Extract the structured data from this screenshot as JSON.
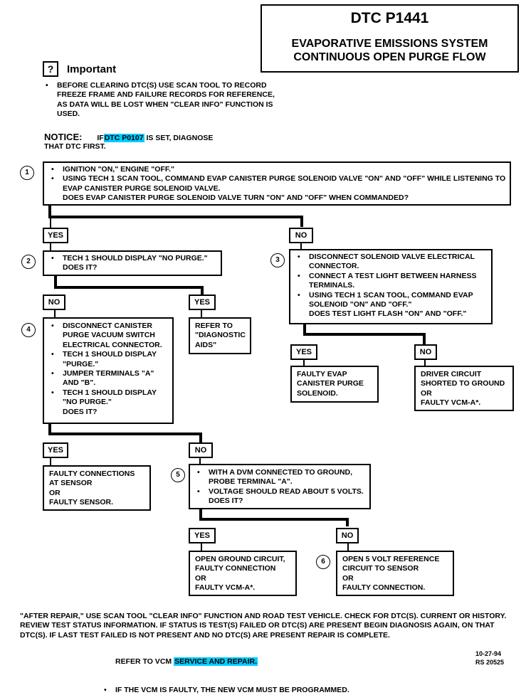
{
  "header": {
    "dtc": "DTC P1441",
    "title_line1": "EVAPORATIVE EMISSIONS SYSTEM",
    "title_line2": "CONTINUOUS OPEN PURGE FLOW"
  },
  "important": {
    "label": "Important",
    "icon_glyph": "?",
    "icon": "important-icon",
    "text": "BEFORE CLEARING DTC(s) USE SCAN TOOL TO RECORD FREEZE FRAME AND FAILURE RECORDS FOR REFERENCE, AS DATA WILL BE LOST WHEN \"CLEAR INFO\" FUNCTION IS USED."
  },
  "notice": {
    "label": "NOTICE:",
    "prefix": "IF",
    "link": "DTC P0107",
    "suffix": "IS SET, DIAGNOSE",
    "line2": "THAT DTC FIRST."
  },
  "steps": {
    "s1": {
      "num": "1",
      "b1": "IGNITION \"ON,\" ENGINE \"OFF.\"",
      "b2": "USING TECH 1 SCAN TOOL, COMMAND EVAP CANISTER PURGE SOLENOID VALVE \"ON\" AND \"OFF\" WHILE LISTENING TO EVAP CANISTER PURGE SOLENOID VALVE.",
      "q": "DOES EVAP CANISTER PURGE SOLENOID VALVE TURN \"ON\" AND \"OFF\" WHEN COMMANDED?"
    },
    "s2": {
      "num": "2",
      "b1": "TECH 1 SHOULD DISPLAY \"NO PURGE.\"",
      "q": "DOES IT?"
    },
    "s3": {
      "num": "3",
      "b1": "DISCONNECT SOLENOID VALVE ELECTRICAL CONNECTOR.",
      "b2": "CONNECT A TEST LIGHT BETWEEN HARNESS TERMINALS.",
      "b3": "USING TECH 1 SCAN TOOL, COMMAND EVAP SOLENOID \"ON\" AND \"OFF.\"",
      "q": "DOES TEST LIGHT FLASH \"ON\" AND \"OFF.\""
    },
    "s4": {
      "num": "4",
      "b1": "DISCONNECT CANISTER PURGE VACUUM SWITCH ELECTRICAL CONNECTOR.",
      "b2": "TECH 1 SHOULD DISPLAY \"PURGE.\"",
      "b3": "JUMPER TERMINALS \"A\" AND \"B\".",
      "b4": "TECH 1 SHOULD DISPLAY \"NO PURGE.\"",
      "q": "DOES IT?"
    },
    "s5": {
      "num": "5",
      "b1": "WITH A DVM CONNECTED TO GROUND, PROBE TERMINAL \"A\".",
      "b2": "VOLTAGE SHOULD READ ABOUT 5 VOLTS.",
      "q": "DOES IT?"
    },
    "s6": {
      "num": "6"
    }
  },
  "answers": {
    "yes": "YES",
    "no": "NO"
  },
  "results": {
    "diag_aids": "REFER TO \"DIAGNOSTIC AIDS\"",
    "faulty_evap": "FAULTY EVAP CANISTER PURGE SOLENOID.",
    "driver_circuit_1": "DRIVER CIRCUIT SHORTED TO GROUND",
    "driver_circuit_or": "OR",
    "driver_circuit_2": "FAULTY VCM-A*.",
    "faulty_conn_1": "FAULTY CONNECTIONS AT SENSOR",
    "faulty_conn_or": "OR",
    "faulty_conn_2": "FAULTY SENSOR.",
    "open_ground_1": "OPEN GROUND CIRCUIT, FAULTY CONNECTION",
    "open_ground_or": "OR",
    "open_ground_2": "FAULTY VCM-A*.",
    "open_5v_1": "OPEN 5 VOLT REFERENCE CIRCUIT TO SENSOR",
    "open_5v_or": "OR",
    "open_5v_2": "FAULTY CONNECTION."
  },
  "footer": {
    "after_repair": "\"AFTER REPAIR,\" USE SCAN TOOL \"CLEAR INFO\" FUNCTION AND ROAD TEST VEHICLE. CHECK FOR DTC(s). CURRENT OR HISTORY. REVIEW TEST STATUS INFORMATION. IF STATUS IS TEST(S) FAILED OR DTC(s) ARE PRESENT BEGIN DIAGNOSIS AGAIN, ON THAT DTC(s). IF LAST TEST FAILED IS NOT PRESENT AND NO DTC(s) ARE PRESENT REPAIR IS COMPLETE.",
    "vcm_note": "IF THE VCM IS FAULTY, THE NEW VCM MUST BE PROGRAMMED.",
    "refer_prefix": "REFER TO VCM",
    "refer_link": "SERVICE AND REPAIR.",
    "date": "10-27-94",
    "code": "RS 20525"
  },
  "colors": {
    "link_highlight": "#00ccff"
  }
}
